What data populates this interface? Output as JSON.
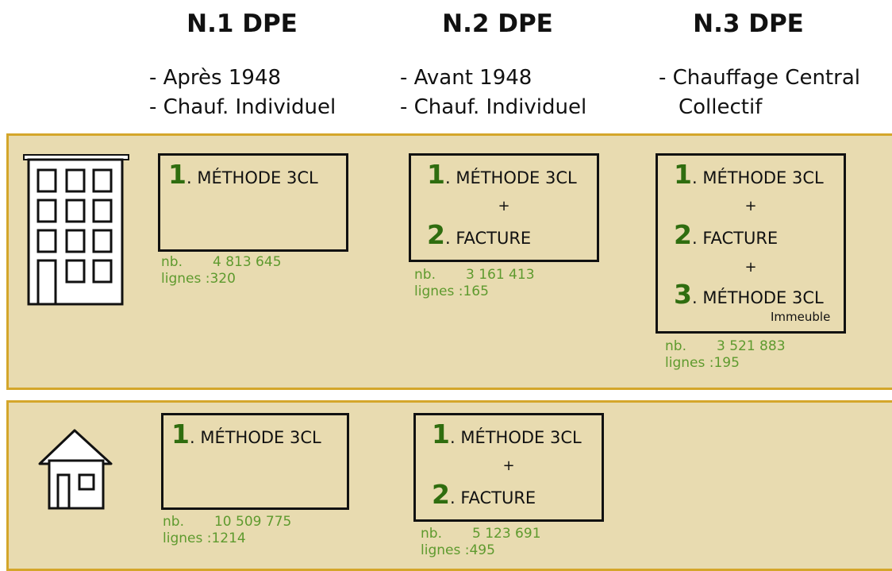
{
  "columns": [
    {
      "title": "N.1 DPE",
      "criteria": [
        "- Après 1948",
        "- Chauf. Individuel"
      ]
    },
    {
      "title": "N.2 DPE",
      "criteria": [
        "- Avant 1948",
        "- Chauf. Individuel"
      ]
    },
    {
      "title": "N.3 DPE",
      "criteria": [
        "- Chauffage Central",
        "Collectif"
      ]
    }
  ],
  "labels": {
    "one": "1",
    "two": "2",
    "three": "3",
    "methode": ". MÉTHODE 3CL",
    "facture": ". FACTURE",
    "plus": "+",
    "immeuble": "Immeuble",
    "nb": "nb.",
    "lignes": "lignes :"
  },
  "rows": {
    "immeuble": {
      "icon": "apartment-building-icon",
      "n1": {
        "nb": "4 813 645",
        "lignes": "320"
      },
      "n2": {
        "nb": "3 161 413",
        "lignes": "165"
      },
      "n3": {
        "nb": "3 521 883",
        "lignes": "195"
      }
    },
    "maison": {
      "icon": "house-icon",
      "n1": {
        "nb": "10 509 775",
        "lignes": "1214"
      },
      "n2": {
        "nb": "5 123 691",
        "lignes": "495"
      }
    }
  },
  "colors": {
    "band_fill": "#e8dbb0",
    "band_border": "#d4a62a",
    "number_green": "#2f6d0f",
    "stats_green": "#5e9a2e"
  }
}
